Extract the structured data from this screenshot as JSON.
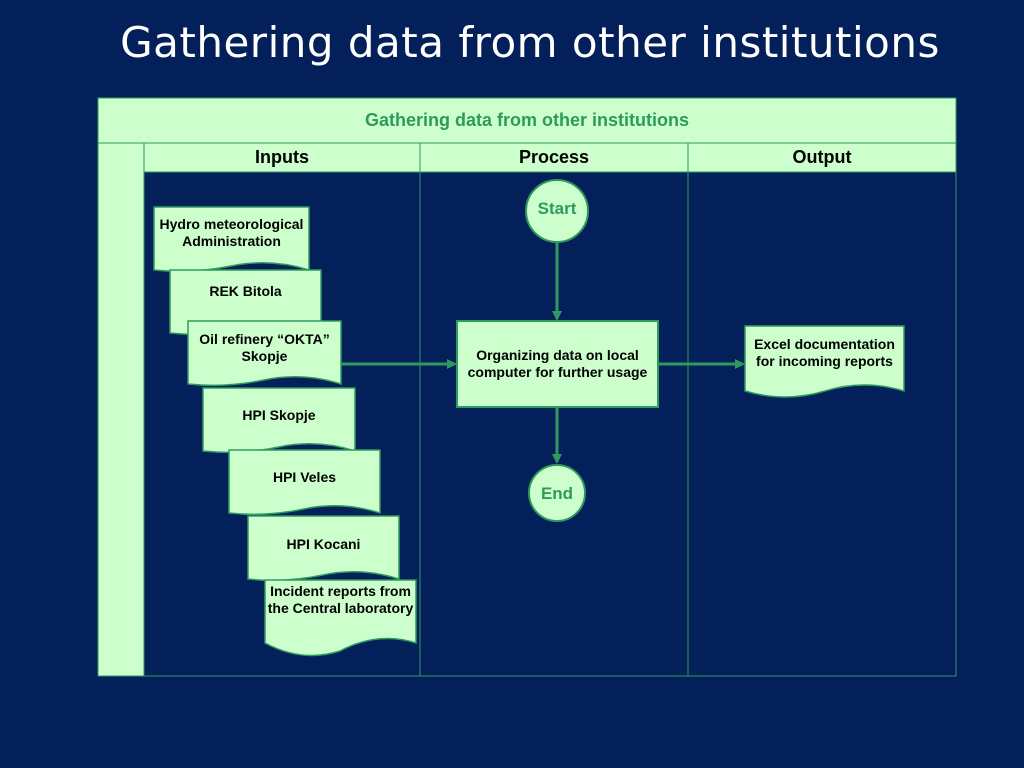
{
  "slide": {
    "title": "Gathering data from other institutions"
  },
  "table": {
    "title": "Gathering data from other institutions",
    "columns": {
      "inputs": "Inputs",
      "process": "Process",
      "output": "Output"
    }
  },
  "inputs": [
    "Hydro meteorological Administration",
    "REK Bitola",
    "Oil refinery “OKTA” Skopje",
    "HPI Skopje",
    "HPI  Veles",
    "HPI Kocani",
    "Incident reports from the Central laboratory"
  ],
  "process": {
    "start": "Start",
    "step": "Organizing data on local computer for further usage",
    "end": "End"
  },
  "output": {
    "document": "Excel documentation for incoming reports"
  },
  "colors": {
    "background": "#04205a",
    "fill": "#ccffcc",
    "line": "#2e9a5e",
    "accent_text": "#2e9a5e"
  }
}
